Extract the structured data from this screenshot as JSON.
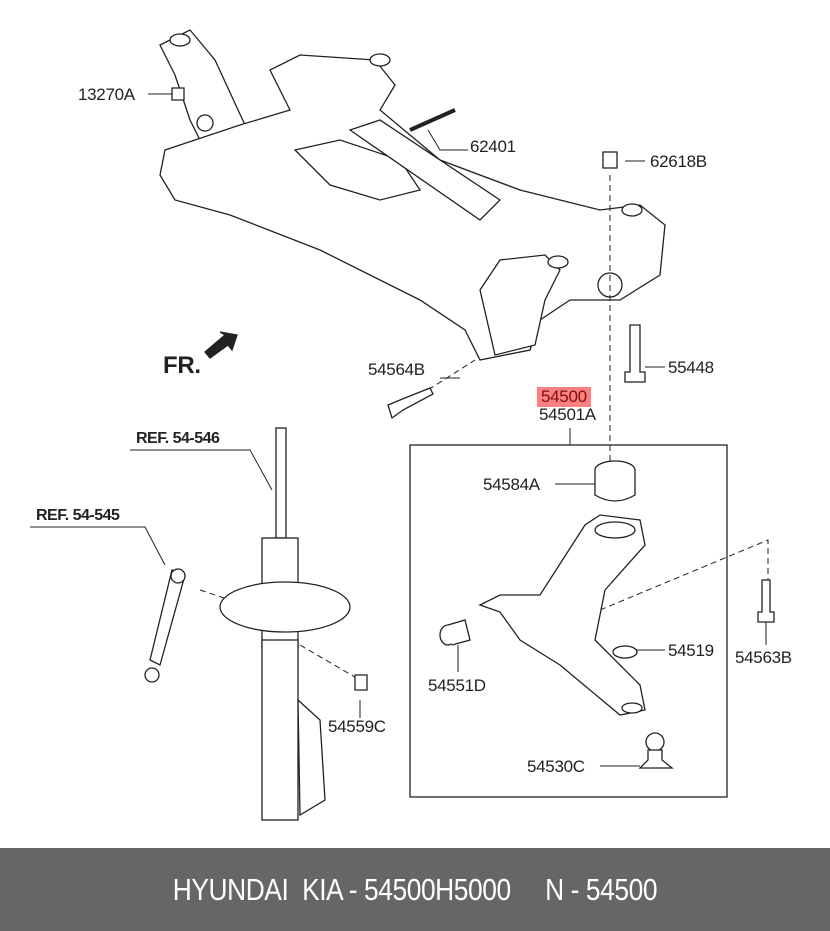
{
  "labels": {
    "p13270A": "13270A",
    "p62401": "62401",
    "p62618B": "62618B",
    "p55448": "55448",
    "p54564B": "54564B",
    "p54500": "54500",
    "p54501A": "54501A",
    "p54584A": "54584A",
    "p54551D": "54551D",
    "p54519": "54519",
    "p54563B": "54563B",
    "p54530C": "54530C",
    "p54559C": "54559C",
    "ref546": "REF. 54-546",
    "ref545": "REF. 54-545",
    "fr": "FR."
  },
  "highlight_color": "#ff8080",
  "footer": {
    "text": "HYUNDAI  KIA - 54500H5000     N - 54500"
  }
}
